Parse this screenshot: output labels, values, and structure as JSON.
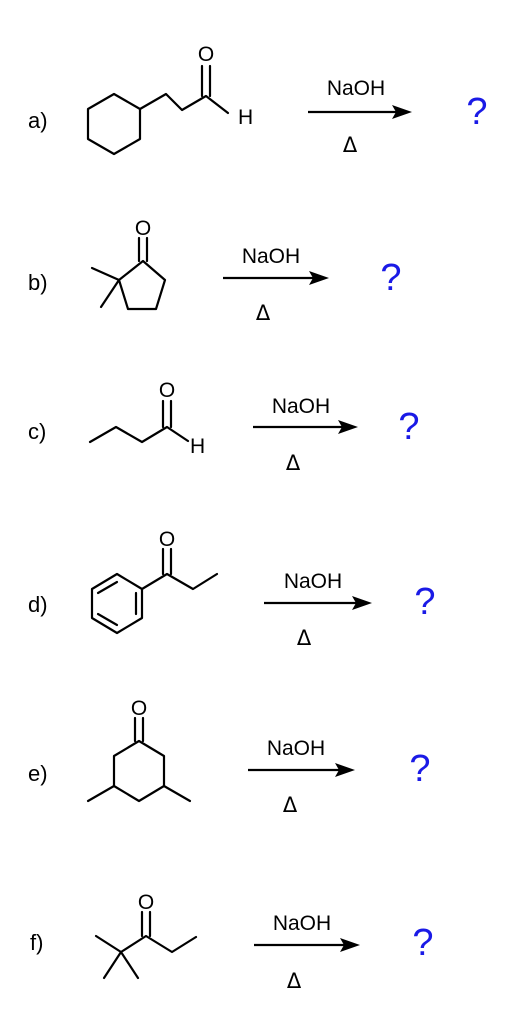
{
  "reactions": [
    {
      "label": "a)",
      "reagent": "NaOH",
      "condition": "Δ",
      "product": "?",
      "atoms": {
        "oxygen": "O",
        "hydrogen": "H"
      }
    },
    {
      "label": "b)",
      "reagent": "NaOH",
      "condition": "Δ",
      "product": "?",
      "atoms": {
        "oxygen": "O"
      }
    },
    {
      "label": "c)",
      "reagent": "NaOH",
      "condition": "Δ",
      "product": "?",
      "atoms": {
        "oxygen": "O",
        "hydrogen": "H"
      }
    },
    {
      "label": "d)",
      "reagent": "NaOH",
      "condition": "Δ",
      "product": "?",
      "atoms": {
        "oxygen": "O"
      }
    },
    {
      "label": "e)",
      "reagent": "NaOH",
      "condition": "Δ",
      "product": "?",
      "atoms": {
        "oxygen": "O"
      }
    },
    {
      "label": "f)",
      "reagent": "NaOH",
      "condition": "Δ",
      "product": "?",
      "atoms": {
        "oxygen": "O"
      }
    }
  ],
  "colors": {
    "text": "#000000",
    "product_mark": "#1a1ae6"
  }
}
